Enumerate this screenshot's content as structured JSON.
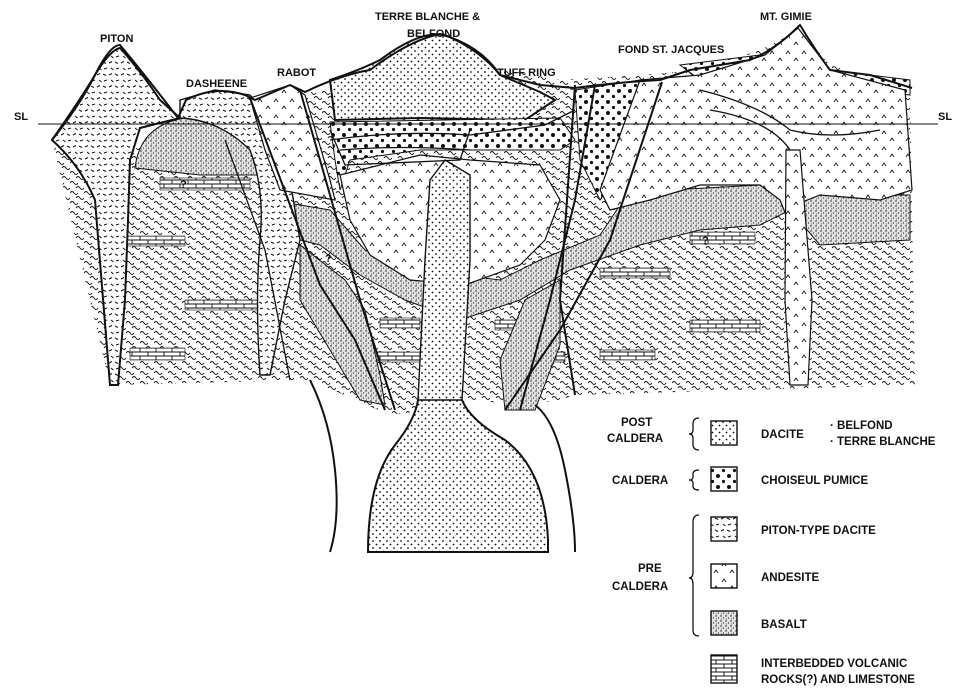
{
  "diagram": {
    "labels": {
      "piton": "PITON",
      "dasheene": "DASHEENE",
      "rabot": "RABOT",
      "terre_blanche_1": "TERRE BLANCHE &",
      "terre_blanche_2": "BELFOND",
      "tuff_ring": "TUFF RING",
      "fond_st_jacques": "FOND ST. JACQUES",
      "mt_gimie": "MT. GIMIE",
      "sl_left": "SL",
      "sl_right": "SL",
      "question_marks": [
        "?",
        "?",
        "?"
      ]
    },
    "legend": {
      "post_caldera_1": "POST",
      "post_caldera_2": "CALDERA",
      "caldera": "CALDERA",
      "pre_caldera_1": "PRE",
      "pre_caldera_2": "CALDERA",
      "items": [
        {
          "label": "DACITE",
          "pattern": "fine-dots"
        },
        {
          "label": "CHOISEUL PUMICE",
          "pattern": "coarse-dots"
        },
        {
          "label": "PITON-TYPE DACITE",
          "pattern": "dashes"
        },
        {
          "label": "ANDESITE",
          "pattern": "carets"
        },
        {
          "label": "BASALT",
          "pattern": "stipple"
        },
        {
          "label": "INTERBEDDED VOLCANIC",
          "pattern": "bricks"
        }
      ],
      "dacite_note_1": "· BELFOND",
      "dacite_note_2": "· TERRE BLANCHE",
      "interbedded_line_2": "ROCKS(?) AND LIMESTONE"
    }
  }
}
